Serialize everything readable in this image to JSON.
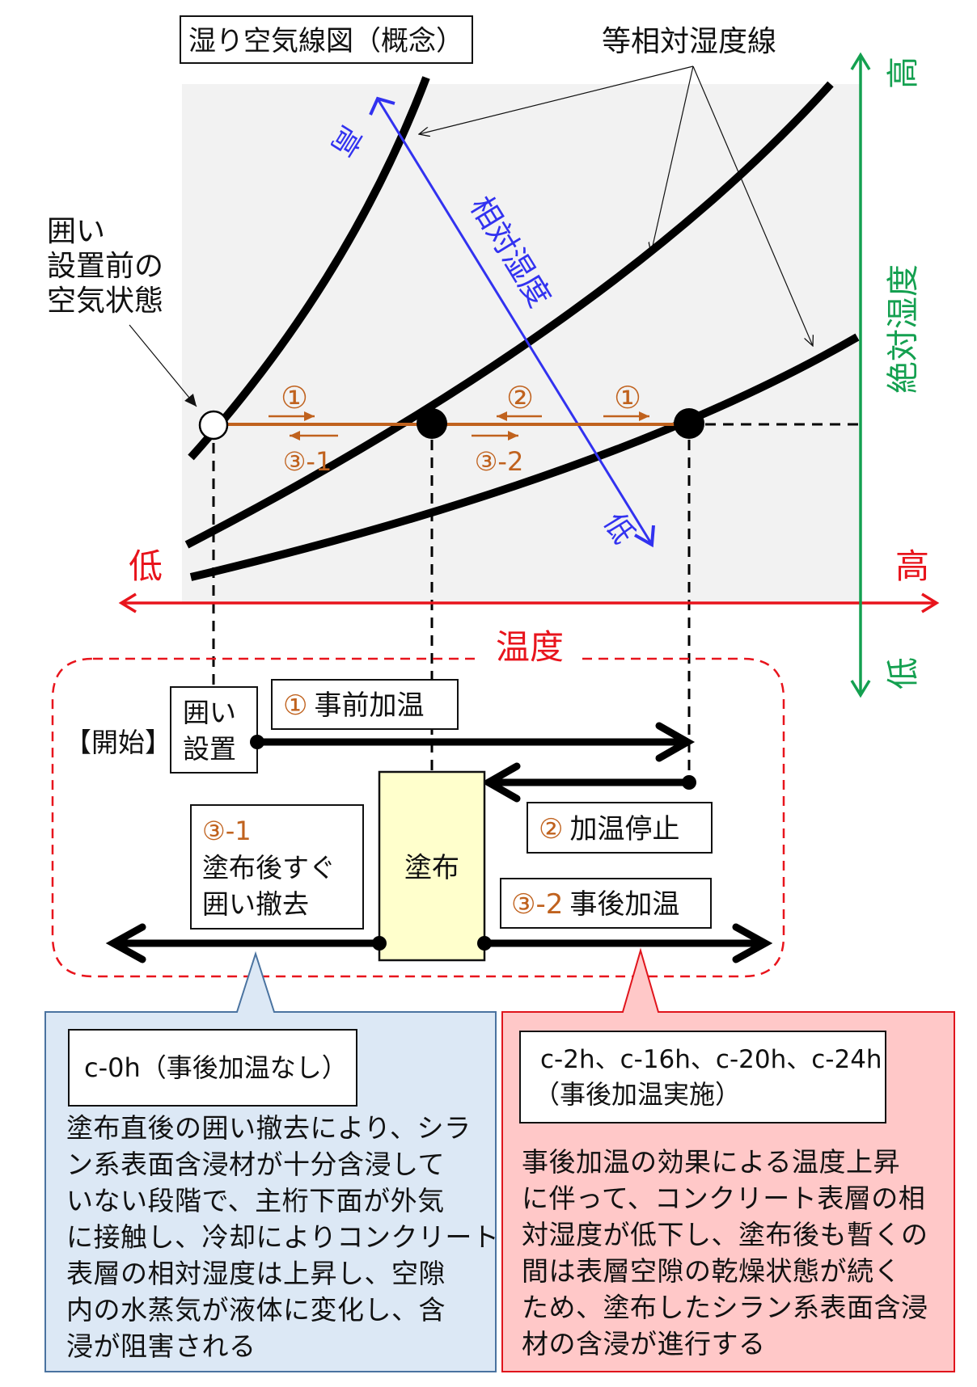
{
  "title": "湿り空気線図（概念）",
  "iso_rh_label": "等相対湿度線",
  "pre_state_label": [
    "囲い",
    "設置前の",
    "空気状態"
  ],
  "axes": {
    "temperature": {
      "label": "温度",
      "low": "低",
      "high": "高",
      "color": "#e8141c"
    },
    "absolute_humidity": {
      "label": "絶対湿度",
      "low": "低",
      "high": "高",
      "color": "#14a050"
    },
    "relative_humidity": {
      "label": "相対湿度",
      "low": "低",
      "high": "高",
      "color": "#3232f0"
    }
  },
  "process_labels": {
    "step1_a": "①",
    "step3_1": "③-1",
    "step2": "②",
    "step3_2": "③-2",
    "step1_b": "①",
    "color": "#c0621e"
  },
  "timeline": {
    "start_label": "【開始】",
    "enclosure_setup": [
      "囲い",
      "設置"
    ],
    "pre_heating": {
      "num": "①",
      "text": "事前加温"
    },
    "heating_stop": {
      "num": "②",
      "text": "加温停止"
    },
    "coating": "塗布",
    "remove_immediately": {
      "num": "③-1",
      "lines": [
        "塗布後すぐ",
        "囲い撤去"
      ]
    },
    "post_heating": {
      "num": "③-2",
      "text": "事後加温"
    }
  },
  "callout_left": {
    "heading": "c-0h（事後加温なし）",
    "lines": [
      "塗布直後の囲い撤去により、シラ",
      "ン系表面含浸材が十分含浸して",
      "いない段階で、主桁下面が外気",
      "に接触し、冷却によりコンクリート",
      "表層の相対湿度は上昇し、空隙",
      "内の水蒸気が液体に変化し、含",
      "浸が阻害される"
    ],
    "bg": "#dce8f5",
    "border": "#4a73a0"
  },
  "callout_right": {
    "heading": [
      "c-2h、c-16h、c-20h、c-24h",
      "（事後加温実施）"
    ],
    "lines": [
      "事後加温の効果による温度上昇",
      "に伴って、コンクリート表層の相",
      "対湿度が低下し、塗布後も暫くの",
      "間は表層空隙の乾燥状態が続く",
      "ため、塗布したシラン系表面含浸",
      "材の含浸が進行する"
    ],
    "bg": "#ffc8c8",
    "border": "#e0141c"
  }
}
